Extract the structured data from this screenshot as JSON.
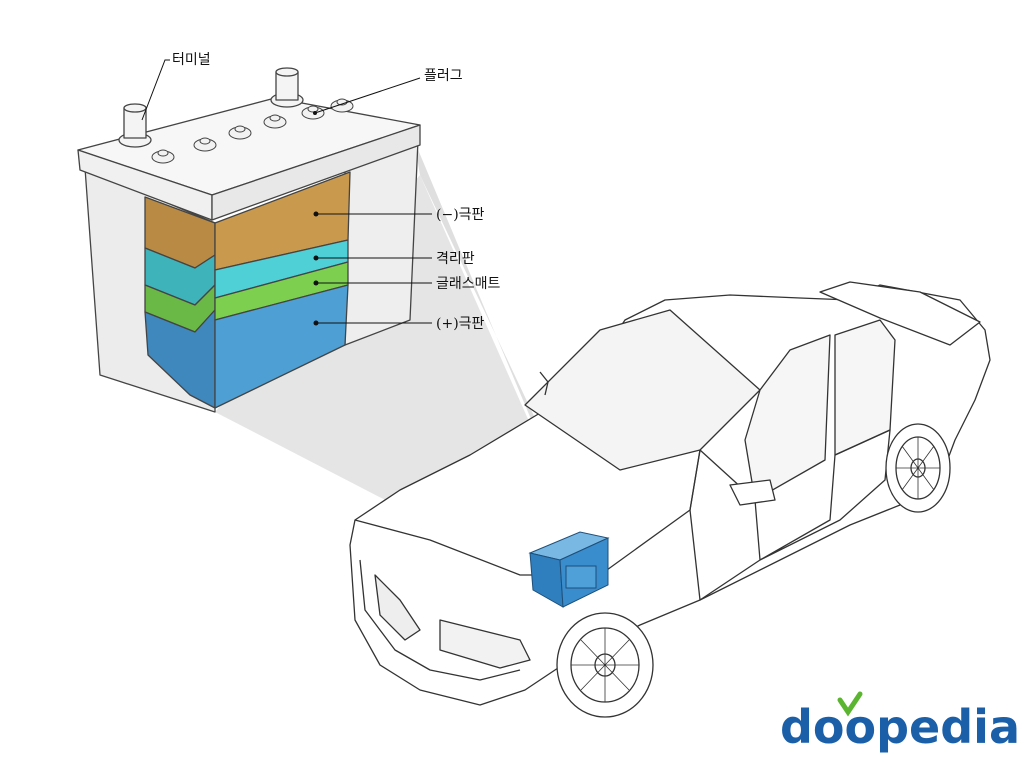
{
  "labels": {
    "terminal": "터미널",
    "plug": "플러그",
    "negative_plate": "(−)극판",
    "separator": "격리판",
    "glass_mat": "글래스매트",
    "positive_plate": "(+)극판"
  },
  "brand": {
    "logo_text": "doopedia",
    "color_blue": "#1a5fa8",
    "color_green": "#5cb531"
  },
  "colors": {
    "negative_plate": "#c99a4e",
    "separator": "#4fcfd6",
    "glass_mat": "#7ccf4f",
    "positive_plate": "#4d9fd4",
    "battery_on_car": "#3a8dcc",
    "zoom_cone": "#dcdcdc"
  }
}
